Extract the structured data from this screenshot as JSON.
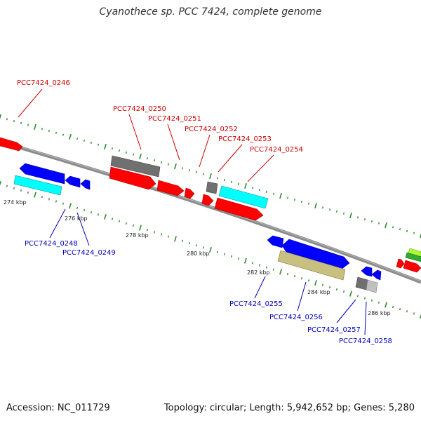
{
  "title": "Cyanothece sp. PCC 7424, complete genome",
  "footer": {
    "accession": "Accession: NC_011729",
    "summary": "Topology: circular; Length: 5,942,652 bp; Genes: 5,280"
  },
  "colors": {
    "forward_label": "#cc0000",
    "reverse_label": "#0000bb",
    "backbone": "#888888",
    "tick": "#2e8b2e",
    "cds_forward": "#ff0000",
    "cds_reverse": "#0000ff",
    "trna": "#00ffff",
    "gray": "#707070",
    "light_gray": "#c0c0c0",
    "khaki": "#c8c080",
    "green": "#33aa33",
    "lime": "#aaff33"
  },
  "scale_labels": [
    "274 kbp",
    "276 kbp",
    "278 kbp",
    "280 kbp",
    "282 kbp",
    "284 kbp",
    "286 kbp"
  ],
  "forward_labels": [
    "PCC7424_0246",
    "PCC7424_0250",
    "PCC7424_0251",
    "PCC7424_0252",
    "PCC7424_0253",
    "PCC7424_0254"
  ],
  "reverse_labels": [
    "PCC7424_0248",
    "PCC7424_0249",
    "PCC7424_0255",
    "PCC7424_0256",
    "PCC7424_0257",
    "PCC7424_0258"
  ]
}
